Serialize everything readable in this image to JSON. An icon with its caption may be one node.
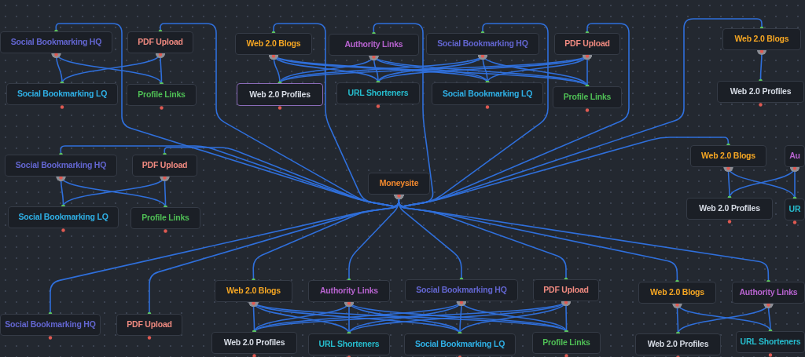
{
  "diagram": {
    "nodes": [
      {
        "text": [
          "Social Bookmarking HQ"
        ]
      },
      {
        "text": [
          "PDF Upload"
        ]
      },
      {
        "text": [
          "Social Bookmarking LQ"
        ]
      },
      {
        "text": [
          "Profile Links"
        ]
      },
      {
        "text": [
          "Web 2.0 Blogs"
        ]
      },
      {
        "text": [
          "Authority Links"
        ]
      },
      {
        "text": [
          "Social Bookmarking HQ"
        ]
      },
      {
        "text": [
          "PDF Upload"
        ]
      },
      {
        "text": [
          "Web 2.0 Profiles"
        ]
      },
      {
        "text": [
          "URL Shorteners"
        ]
      },
      {
        "text": [
          "Social Bookmarking LQ"
        ]
      },
      {
        "text": [
          "Profile Links"
        ]
      },
      {
        "text": [
          "Web 2.0 Blogs"
        ]
      },
      {
        "text": [
          "Web 2.0 Profiles"
        ]
      },
      {
        "text": [
          "Social Bookmarking HQ"
        ]
      },
      {
        "text": [
          "PDF Upload"
        ]
      },
      {
        "text": [
          "Social Bookmarking LQ"
        ]
      },
      {
        "text": [
          "Profile Links"
        ]
      },
      {
        "text": [
          "Moneysite"
        ]
      },
      {
        "text": [
          "Web 2.0 Blogs"
        ]
      },
      {
        "text": [
          "Au"
        ]
      },
      {
        "text": [
          "Web 2.0 Profiles"
        ]
      },
      {
        "text": [
          "UR"
        ]
      },
      {
        "text": [
          "Social Bookmarking HQ"
        ]
      },
      {
        "text": [
          "PDF Upload"
        ]
      },
      {
        "text": [
          "Web 2.0 Blogs"
        ]
      },
      {
        "text": [
          "Authority Links"
        ]
      },
      {
        "text": [
          "Social Bookmarking HQ"
        ]
      },
      {
        "text": [
          "PDF Upload"
        ]
      },
      {
        "text": [
          "Web 2.0 Profiles"
        ]
      },
      {
        "text": [
          "URL Shorteners"
        ]
      },
      {
        "text": [
          "Social Bookmarking LQ"
        ]
      },
      {
        "text": [
          "Profile Links"
        ]
      },
      {
        "text": [
          "Web 2.0 Blogs"
        ]
      },
      {
        "text": [
          "Authority Links"
        ]
      },
      {
        "text": [
          "Web 2.0 Profiles"
        ]
      },
      {
        "text": [
          "URL Shorteners"
        ]
      }
    ],
    "edges": [
      {
        "from": 18,
        "to": 0,
        "arrow": "other"
      },
      {
        "from": 18,
        "to": 1,
        "arrow": "other"
      },
      {
        "from": 18,
        "to": 4,
        "arrow": "other"
      },
      {
        "from": 18,
        "to": 5,
        "arrow": "other"
      },
      {
        "from": 18,
        "to": 6,
        "arrow": "other"
      },
      {
        "from": 18,
        "to": 7,
        "arrow": "other"
      },
      {
        "from": 18,
        "to": 12,
        "arrow": "other"
      },
      {
        "from": 18,
        "to": 14,
        "arrow": "other"
      },
      {
        "from": 18,
        "to": 15,
        "arrow": "other"
      },
      {
        "from": 18,
        "to": 19,
        "arrow": "other"
      },
      {
        "from": 18,
        "to": 23,
        "arrow": "other"
      },
      {
        "from": 18,
        "to": 24,
        "arrow": "other"
      },
      {
        "from": 18,
        "to": 25,
        "arrow": "other"
      },
      {
        "from": 18,
        "to": 26,
        "arrow": "other"
      },
      {
        "from": 18,
        "to": 27,
        "arrow": "other"
      },
      {
        "from": 18,
        "to": 28,
        "arrow": "other"
      },
      {
        "from": 18,
        "to": 33,
        "arrow": "other"
      },
      {
        "from": 18,
        "to": 34,
        "arrow": "other"
      },
      {
        "from": 0,
        "to": 2,
        "arrow": "other"
      },
      {
        "from": 0,
        "to": 3,
        "arrow": "other"
      },
      {
        "from": 1,
        "to": 2,
        "arrow": "other"
      },
      {
        "from": 1,
        "to": 3,
        "arrow": "other"
      },
      {
        "from": 4,
        "to": 8,
        "arrow": "other"
      },
      {
        "from": 4,
        "to": 9,
        "arrow": "other"
      },
      {
        "from": 4,
        "to": 10,
        "arrow": "other"
      },
      {
        "from": 4,
        "to": 11,
        "arrow": "other"
      },
      {
        "from": 5,
        "to": 8,
        "arrow": "other"
      },
      {
        "from": 5,
        "to": 9,
        "arrow": "other"
      },
      {
        "from": 5,
        "to": 10,
        "arrow": "other"
      },
      {
        "from": 5,
        "to": 11,
        "arrow": "other"
      },
      {
        "from": 6,
        "to": 8,
        "arrow": "other"
      },
      {
        "from": 6,
        "to": 9,
        "arrow": "other"
      },
      {
        "from": 6,
        "to": 10,
        "arrow": "other"
      },
      {
        "from": 6,
        "to": 11,
        "arrow": "other"
      },
      {
        "from": 7,
        "to": 8,
        "arrow": "other"
      },
      {
        "from": 7,
        "to": 9,
        "arrow": "other"
      },
      {
        "from": 7,
        "to": 10,
        "arrow": "other"
      },
      {
        "from": 7,
        "to": 11,
        "arrow": "other"
      },
      {
        "from": 12,
        "to": 13,
        "arrow": "other"
      },
      {
        "from": 14,
        "to": 16,
        "arrow": "other"
      },
      {
        "from": 14,
        "to": 17,
        "arrow": "other"
      },
      {
        "from": 15,
        "to": 16,
        "arrow": "other"
      },
      {
        "from": 15,
        "to": 17,
        "arrow": "other"
      },
      {
        "from": 19,
        "to": 21,
        "arrow": "other"
      },
      {
        "from": 19,
        "to": 22,
        "arrow": "other"
      },
      {
        "from": 20,
        "to": 21,
        "arrow": "other"
      },
      {
        "from": 20,
        "to": 22,
        "arrow": "other"
      },
      {
        "from": 25,
        "to": 29,
        "arrow": "other"
      },
      {
        "from": 25,
        "to": 30,
        "arrow": "other"
      },
      {
        "from": 25,
        "to": 31,
        "arrow": "other"
      },
      {
        "from": 25,
        "to": 32,
        "arrow": "other"
      },
      {
        "from": 26,
        "to": 29,
        "arrow": "other"
      },
      {
        "from": 26,
        "to": 30,
        "arrow": "other"
      },
      {
        "from": 26,
        "to": 31,
        "arrow": "other"
      },
      {
        "from": 26,
        "to": 32,
        "arrow": "other"
      },
      {
        "from": 27,
        "to": 29,
        "arrow": "other"
      },
      {
        "from": 27,
        "to": 30,
        "arrow": "other"
      },
      {
        "from": 27,
        "to": 31,
        "arrow": "other"
      },
      {
        "from": 27,
        "to": 32,
        "arrow": "other"
      },
      {
        "from": 28,
        "to": 29,
        "arrow": "other"
      },
      {
        "from": 28,
        "to": 30,
        "arrow": "other"
      },
      {
        "from": 28,
        "to": 31,
        "arrow": "other"
      },
      {
        "from": 28,
        "to": 32,
        "arrow": "other"
      },
      {
        "from": 33,
        "to": 35,
        "arrow": "other"
      },
      {
        "from": 33,
        "to": 36,
        "arrow": "other"
      },
      {
        "from": 34,
        "to": 35,
        "arrow": "other"
      },
      {
        "from": 34,
        "to": 36,
        "arrow": "other"
      }
    ]
  }
}
